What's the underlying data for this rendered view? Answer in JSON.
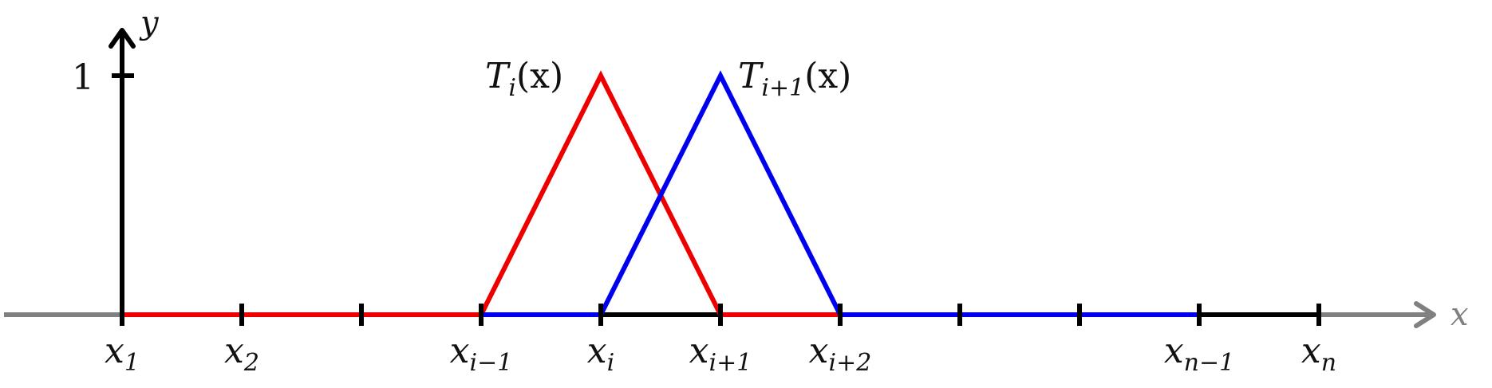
{
  "axes": {
    "x_label": "x",
    "y_label": "y",
    "y_tick_label": "1",
    "x_axis_color": "#808080",
    "y_axis_color": "#000000"
  },
  "nodes": [
    {
      "index": 1,
      "name": "x",
      "sub": "1"
    },
    {
      "index": 2,
      "name": "x",
      "sub": "2"
    },
    {
      "index": 3,
      "name": "",
      "sub": ""
    },
    {
      "index": 4,
      "name": "x",
      "sub": "i−1"
    },
    {
      "index": 5,
      "name": "x",
      "sub": "i"
    },
    {
      "index": 6,
      "name": "x",
      "sub": "i+1"
    },
    {
      "index": 7,
      "name": "x",
      "sub": "i+2"
    },
    {
      "index": 8,
      "name": "",
      "sub": ""
    },
    {
      "index": 9,
      "name": "",
      "sub": ""
    },
    {
      "index": 10,
      "name": "x",
      "sub": "n−1"
    },
    {
      "index": 11,
      "name": "x",
      "sub": "n"
    }
  ],
  "functions": {
    "red": {
      "label_name": "T",
      "label_sub": "i",
      "label_arg": "(x)",
      "color": "#ee0000",
      "support": [
        4,
        6
      ],
      "peak": 5,
      "zero_segment": [
        1,
        4
      ],
      "zero_segment_after": [
        6,
        7
      ]
    },
    "blue": {
      "label_name": "T",
      "label_sub": "i+1",
      "label_arg": "(x)",
      "color": "#0000ee",
      "support": [
        5,
        7
      ],
      "peak": 6,
      "zero_segment_before": [
        4,
        5
      ],
      "zero_segment": [
        7,
        10
      ]
    }
  },
  "baseline_color": "#000000"
}
